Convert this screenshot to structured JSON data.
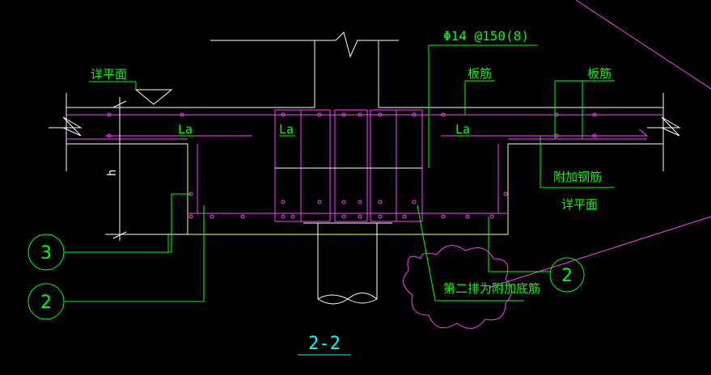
{
  "colors": {
    "background": "#000000",
    "concrete": "#ffffff",
    "rebar": "#ff40ff",
    "leader": "#00ff00",
    "dimension": "#ffffff",
    "pile": "#ffffff",
    "yellow": "#ffff66",
    "cloud": "#ff40ff",
    "title": "#00ffff"
  },
  "labels": {
    "top_bar_spec": "Φ14 @150(8)",
    "detail_top_left": "详平面",
    "slab_bar_1": "板筋",
    "slab_bar_2": "板筋",
    "la_1": "La",
    "la_2": "La",
    "la_3": "La",
    "dim_h": "h",
    "additional_bar": "附加钢筋",
    "detail_bottom_right": "详平面",
    "second_row_note": "第二排为附加底筋",
    "marker_3": "3",
    "marker_2_left": "2",
    "marker_2_right": "2",
    "section_title": "2-2"
  }
}
